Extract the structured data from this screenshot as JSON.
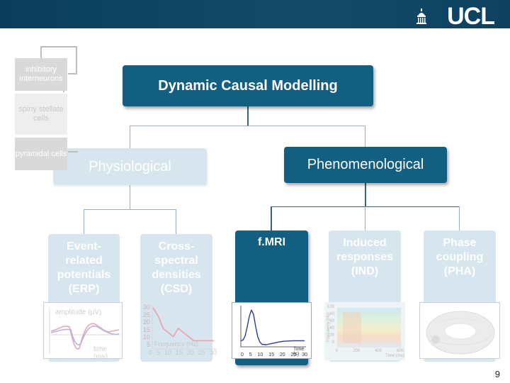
{
  "header": {
    "logo_text": "UCL"
  },
  "top_box": {
    "label": "Dynamic Causal Modelling"
  },
  "level2": {
    "physiological": "Physiological",
    "phenomenological": "Phenomenological"
  },
  "population": {
    "inhibitory": "inhibitory interneurons",
    "spiny": "spiny stellate cells",
    "pyramidal": "pyramidal cells"
  },
  "methods": [
    {
      "label": "Event-related potentials (ERP)"
    },
    {
      "label": "Cross-spectral densities (CSD)"
    },
    {
      "label": "f.MRI"
    },
    {
      "label": "Induced responses (IND)"
    },
    {
      "label": "Phase coupling (PHA)"
    }
  ],
  "erp_plot": {
    "ylabel": "amplitude (μV)",
    "xlabel": "time (ms)"
  },
  "csd_plot": {
    "xlabel": "Frequency (Hz)",
    "yticks": [
      "30",
      "25",
      "20",
      "15",
      "10",
      "5"
    ],
    "xticks": [
      "0",
      "5",
      "10",
      "15",
      "20",
      "25",
      "30"
    ],
    "curve_y": [
      30,
      24,
      15,
      12,
      9,
      15,
      12,
      9,
      6,
      6,
      6,
      6,
      6
    ]
  },
  "fmri_plot": {
    "xlabel": "Time (s)",
    "xticks": [
      "0",
      "5",
      "10",
      "15",
      "20",
      "25",
      "30"
    ],
    "curve_t": [
      0,
      1,
      2,
      3,
      4,
      5,
      6,
      7,
      8,
      9,
      10,
      12,
      14,
      16,
      18,
      20,
      22,
      25,
      30
    ],
    "curve_y": [
      0,
      0.02,
      0.15,
      0.45,
      0.8,
      1.0,
      0.85,
      0.45,
      0.12,
      -0.05,
      -0.12,
      -0.13,
      -0.1,
      -0.07,
      -0.04,
      -0.02,
      -0.01,
      0,
      0
    ]
  },
  "ind_plot": {
    "ylabel": "Frequency (Hz)",
    "xlabel": "Time (ms)",
    "yticks": [
      "100",
      "80",
      "60",
      "40",
      "20",
      "0"
    ],
    "xticks": [
      "0",
      "200",
      "400",
      "600"
    ]
  },
  "page_number": "9",
  "colors": {
    "dark_box": "#125f82",
    "pale_box": "#d6e5ee",
    "header": "#0f4563"
  }
}
